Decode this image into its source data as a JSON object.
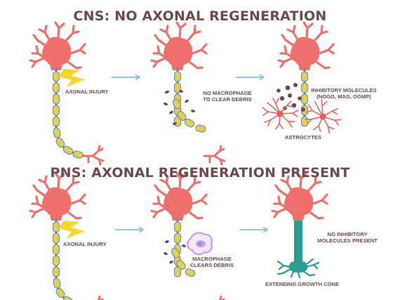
{
  "cns": {
    "title": "CNS: NO AXONAL REGENERATION",
    "injury_label": "AXONAL INJURY",
    "macrophage_label_1": "NO MACROPHAGE",
    "macrophage_label_2": "TO CLEAR DEBRIS",
    "inhibitory_label_1": "INHIBITORY MOLECULES",
    "inhibitory_label_2": "(NOGO, MAG, OGMP)",
    "astrocytes_label": "ASTROCYTES"
  },
  "pns": {
    "title": "PNS: AXONAL REGENERATION PRESENT",
    "injury_label": "AXONAL INJURY",
    "macrophage_label_1": "MACROPHAGE",
    "macrophage_label_2": "CLEARS DEBRIS",
    "no_inhibitory_label_1": "NO INHIBITORY",
    "no_inhibitory_label_2": "MOLECULES PRESENT",
    "growth_cone_label": "EXTENDING GROWTH CONE"
  },
  "colors": {
    "title": "#6b4b4e",
    "neuron_soma": "#ee6f6c",
    "myelin_sheath": "#e3cf55",
    "axon": "#5f8bb5",
    "arrow": "#6fb6dd",
    "lightning": "#f6d52f",
    "debris": "#5d3fa3",
    "inhibitory_dots": "#6b4b4e",
    "astrocyte": "#ec5b5b",
    "macrophage": "#c49ee6",
    "growth_cone": "#2a9c92"
  }
}
